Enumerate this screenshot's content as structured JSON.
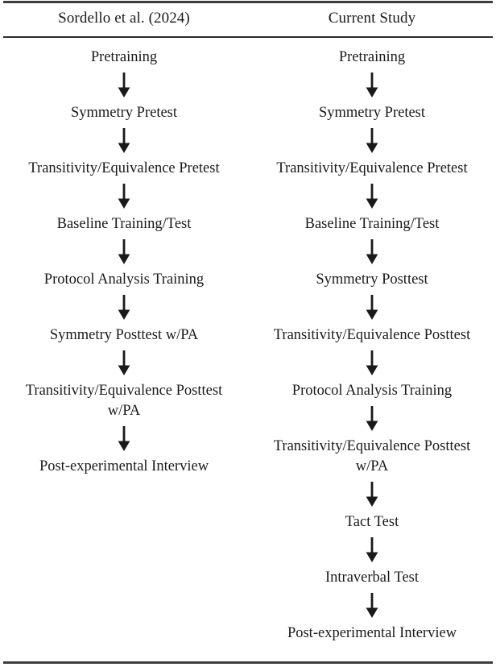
{
  "figure": {
    "type": "two-column-flowchart",
    "columns": [
      {
        "header": "Sordello et al. (2024)",
        "steps": [
          "Pretraining",
          "Symmetry Pretest",
          "Transitivity/Equivalence Pretest",
          "Baseline Training/Test",
          "Protocol Analysis Training",
          "Symmetry Posttest w/PA",
          "Transitivity/Equivalence Posttest\nw/PA",
          "Post-experimental Interview"
        ]
      },
      {
        "header": "Current Study",
        "steps": [
          "Pretraining",
          "Symmetry Pretest",
          "Transitivity/Equivalence Pretest",
          "Baseline Training/Test",
          "Symmetry Posttest",
          "Transitivity/Equivalence Posttest",
          "Protocol Analysis Training",
          "Transitivity/Equivalence Posttest\nw/PA",
          "Tact Test",
          "Intraverbal Test",
          "Post-experimental Interview"
        ]
      }
    ],
    "connector": "down-arrow",
    "colors": {
      "text": "#1a1a1a",
      "rule": "#3c3c3c",
      "background": "#ffffff"
    }
  }
}
